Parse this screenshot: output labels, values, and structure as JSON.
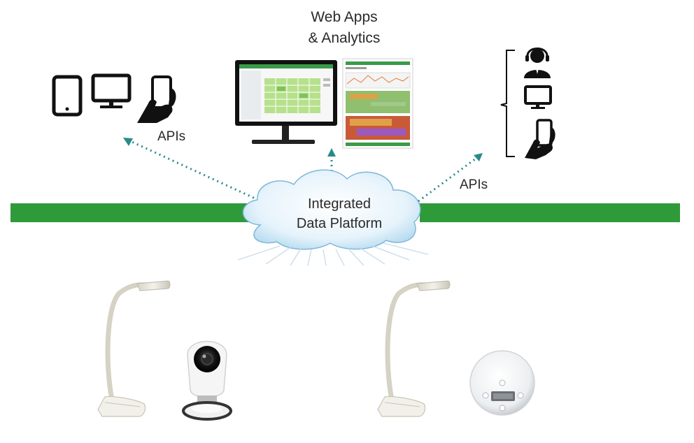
{
  "header": {
    "line1": "Web Apps",
    "line2": "& Analytics"
  },
  "labels": {
    "apis_left": "APIs",
    "apis_right": "APIs"
  },
  "cloud": {
    "line1": "Integrated",
    "line2": "Data Platform"
  },
  "colors": {
    "green_bar": "#2f9a3a",
    "arrow": "#2a8a8a",
    "icon": "#111111"
  }
}
